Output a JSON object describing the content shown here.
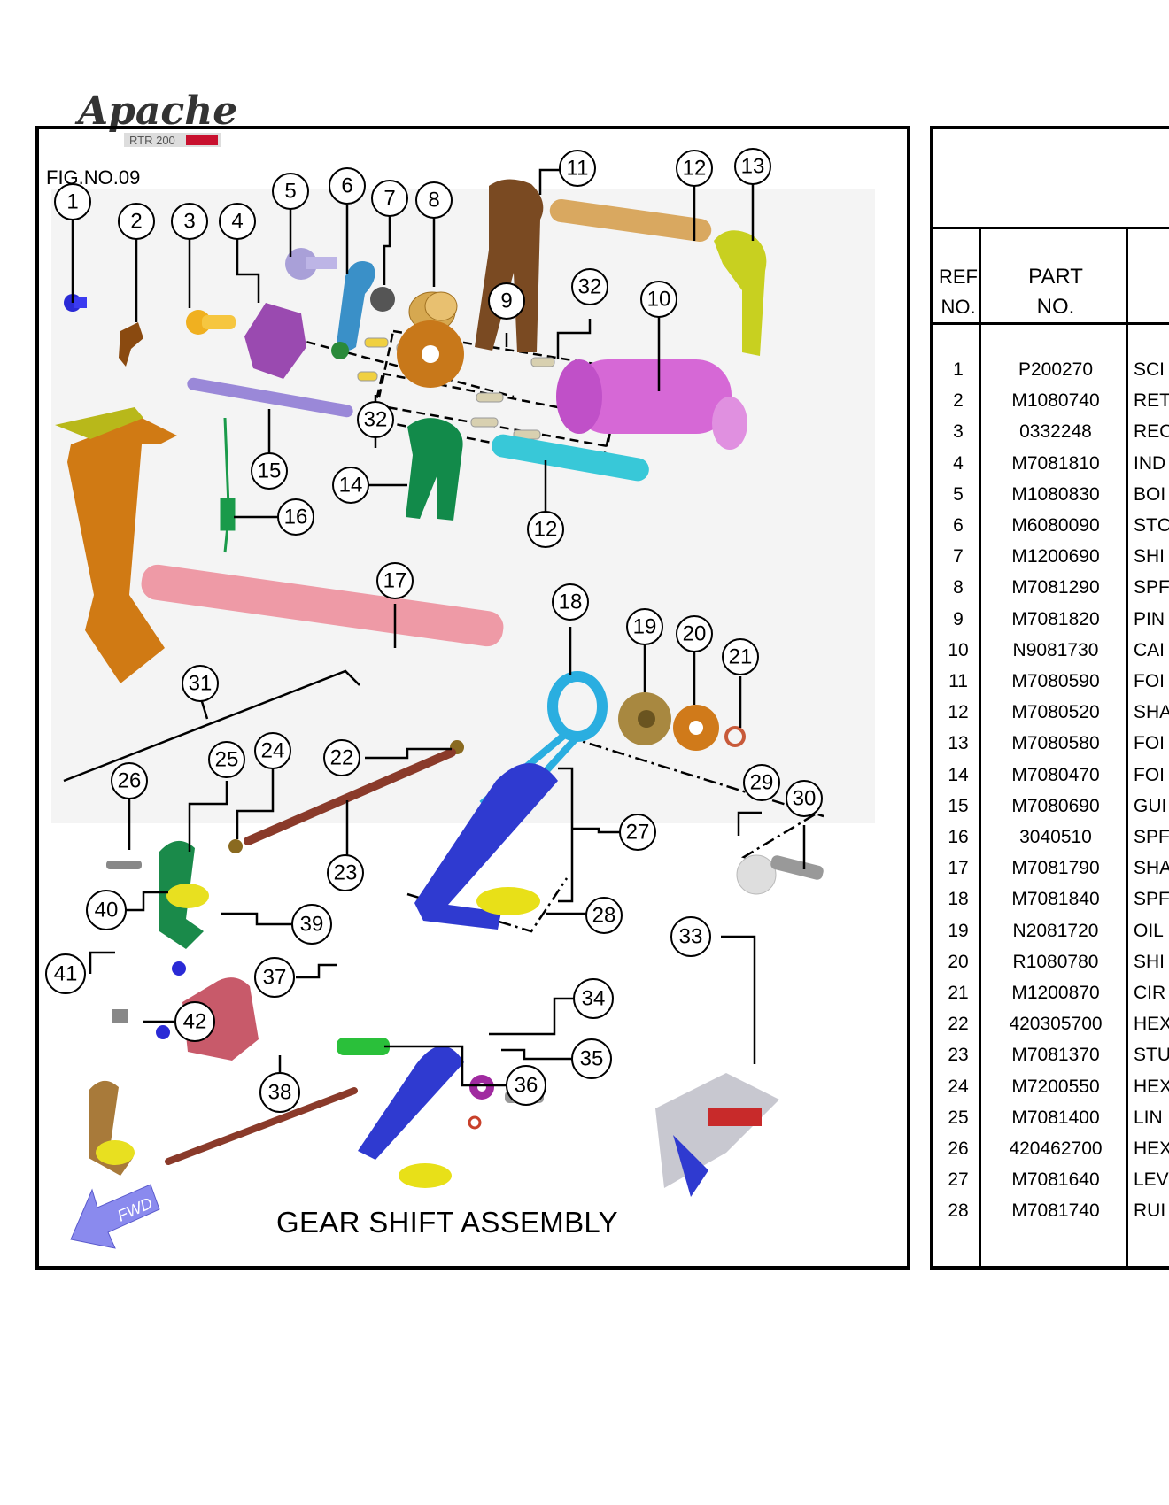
{
  "brand": {
    "logo_text": "Apache",
    "logo_subtext": "RTR 200"
  },
  "figure": {
    "number": "FIG.NO.09",
    "caption": "GEAR SHIFT ASSEMBLY",
    "fwd_label": "FWD"
  },
  "callouts": [
    "1",
    "2",
    "3",
    "4",
    "5",
    "6",
    "7",
    "8",
    "9",
    "10",
    "11",
    "12",
    "13",
    "32",
    "32",
    "15",
    "14",
    "16",
    "12",
    "17",
    "18",
    "19",
    "20",
    "21",
    "31",
    "26",
    "25",
    "24",
    "22",
    "23",
    "27",
    "29",
    "30",
    "28",
    "40",
    "39",
    "41",
    "37",
    "33",
    "34",
    "42",
    "35",
    "36",
    "38"
  ],
  "table": {
    "header_ref": [
      "REF",
      "NO."
    ],
    "header_part": [
      "PART",
      "NO."
    ],
    "rows": [
      {
        "ref": "1",
        "part": "P200270",
        "desc": "SCI"
      },
      {
        "ref": "2",
        "part": "M1080740",
        "desc": "RET"
      },
      {
        "ref": "3",
        "part": "0332248",
        "desc": "REC"
      },
      {
        "ref": "4",
        "part": "M7081810",
        "desc": "IND"
      },
      {
        "ref": "5",
        "part": "M1080830",
        "desc": "BOI"
      },
      {
        "ref": "6",
        "part": "M6080090",
        "desc": "STC"
      },
      {
        "ref": "7",
        "part": "M1200690",
        "desc": "SHI"
      },
      {
        "ref": "8",
        "part": "M7081290",
        "desc": "SPF"
      },
      {
        "ref": "9",
        "part": "M7081820",
        "desc": "PIN"
      },
      {
        "ref": "10",
        "part": "N9081730",
        "desc": "CAI"
      },
      {
        "ref": "11",
        "part": "M7080590",
        "desc": "FOI"
      },
      {
        "ref": "12",
        "part": "M7080520",
        "desc": "SHA"
      },
      {
        "ref": "13",
        "part": "M7080580",
        "desc": "FOI"
      },
      {
        "ref": "14",
        "part": "M7080470",
        "desc": "FOI"
      },
      {
        "ref": "15",
        "part": "M7080690",
        "desc": "GUI"
      },
      {
        "ref": "16",
        "part": "3040510",
        "desc": "SPF"
      },
      {
        "ref": "17",
        "part": "M7081790",
        "desc": "SHA"
      },
      {
        "ref": "18",
        "part": "M7081840",
        "desc": "SPF"
      },
      {
        "ref": "19",
        "part": "N2081720",
        "desc": "OIL"
      },
      {
        "ref": "20",
        "part": "R1080780",
        "desc": "SHI"
      },
      {
        "ref": "21",
        "part": "M1200870",
        "desc": "CIR"
      },
      {
        "ref": "22",
        "part": "420305700",
        "desc": "HEX"
      },
      {
        "ref": "23",
        "part": "M7081370",
        "desc": "STU"
      },
      {
        "ref": "24",
        "part": "M7200550",
        "desc": "HEX"
      },
      {
        "ref": "25",
        "part": "M7081400",
        "desc": "LIN"
      },
      {
        "ref": "26",
        "part": "420462700",
        "desc": "HEX"
      },
      {
        "ref": "27",
        "part": "M7081640",
        "desc": "LEV"
      },
      {
        "ref": "28",
        "part": "M7081740",
        "desc": "RUI"
      }
    ]
  }
}
